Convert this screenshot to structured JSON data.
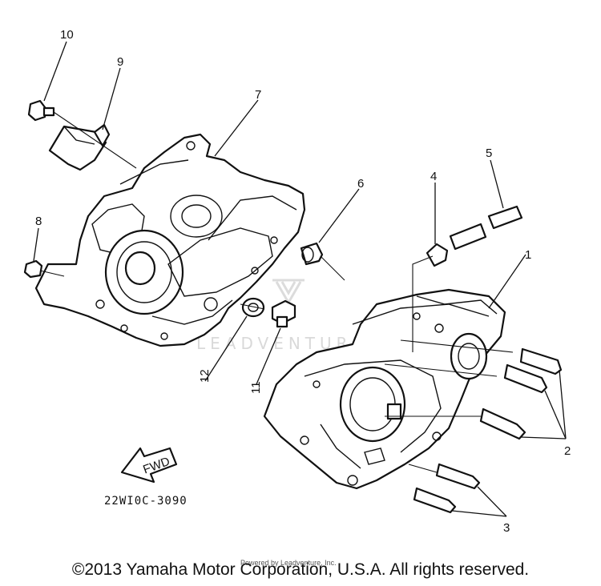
{
  "callouts": {
    "p1": "1",
    "p2": "2",
    "p3": "3",
    "p4": "4",
    "p5": "5",
    "p6": "6",
    "p7": "7",
    "p8": "8",
    "p9": "9",
    "p10": "10",
    "p11": "11",
    "p12": "12"
  },
  "fwd_label": "FWD",
  "diagram_code": "22WI0C-3090",
  "watermark": {
    "text": "LEADVENTURE",
    "icon": "leadventure-logo-icon"
  },
  "footer": {
    "copyright": "©2013 Yamaha Motor Corporation, U.S.A. All rights reserved.",
    "small_credit": "Powered by Leadventure, Inc."
  },
  "colors": {
    "line": "#111111",
    "background": "#ffffff",
    "watermark": "#d9d9d9"
  }
}
